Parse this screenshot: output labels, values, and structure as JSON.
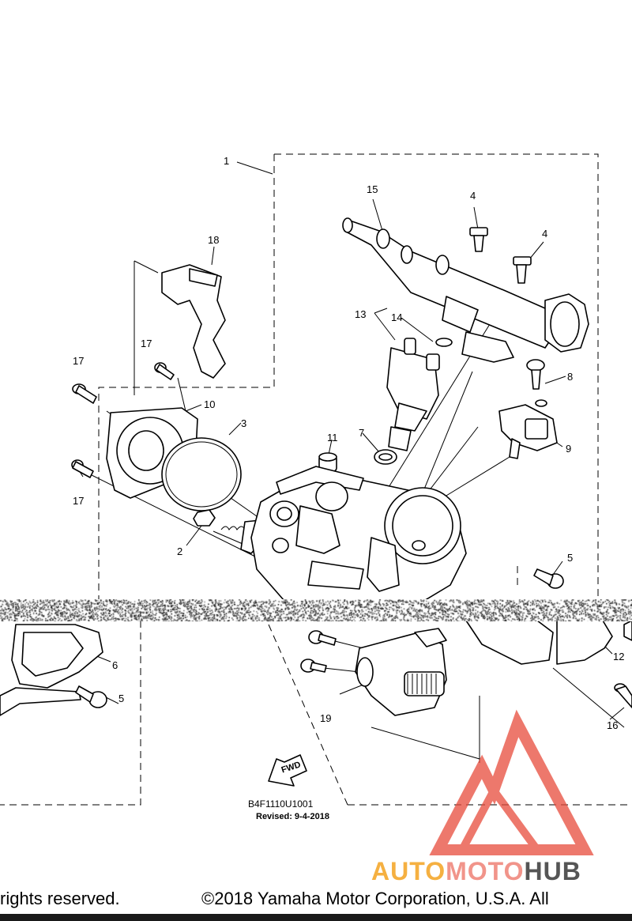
{
  "diagram": {
    "callouts": [
      "1",
      "2",
      "3",
      "4",
      "4",
      "5",
      "5",
      "6",
      "7",
      "8",
      "9",
      "10",
      "11",
      "12",
      "13",
      "14",
      "15",
      "16",
      "17",
      "17",
      "17",
      "18",
      "19"
    ],
    "fwd_label": "FWD",
    "catalog_code": "B4F1110U1001",
    "revised": "Revised: 9-4-2018"
  },
  "footer": {
    "left_text": "rights reserved.",
    "right_text": "©2018 Yamaha Motor Corporation, U.S.A. All"
  },
  "watermark": {
    "part1": "AUTO",
    "part2": "MOTO",
    "part3": "HUB",
    "color1": "#f5b041",
    "color2": "#f1948a",
    "color3": "#555555",
    "logo_color": "#e74c3c"
  },
  "colors": {
    "line": "#000000",
    "background": "#ffffff"
  }
}
